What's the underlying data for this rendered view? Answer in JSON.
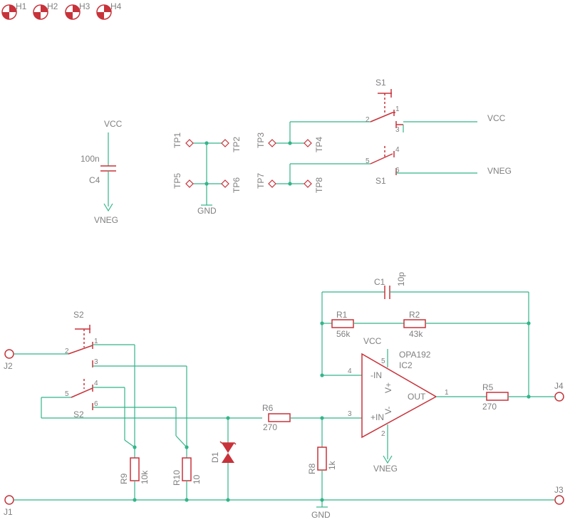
{
  "mounting_holes": [
    "H1",
    "H2",
    "H3",
    "H4"
  ],
  "power": {
    "vcc": "VCC",
    "vneg": "VNEG",
    "gnd": "GND"
  },
  "capacitors": {
    "c4": {
      "name": "C4",
      "value": "100n"
    },
    "c1": {
      "name": "C1",
      "value": "10p"
    }
  },
  "test_points": [
    "TP1",
    "TP2",
    "TP3",
    "TP4",
    "TP5",
    "TP6",
    "TP7",
    "TP8"
  ],
  "switches": {
    "s1": "S1",
    "s2": "S2"
  },
  "switch_pins": {
    "p1": "1",
    "p2": "2",
    "p3": "3",
    "p4": "4",
    "p5": "5",
    "p6": "6"
  },
  "rail_labels": {
    "vcc": "VCC",
    "vneg": "VNEG"
  },
  "resistors": {
    "r1": {
      "name": "R1",
      "value": "56k"
    },
    "r2": {
      "name": "R2",
      "value": "43k"
    },
    "r5": {
      "name": "R5",
      "value": "270"
    },
    "r6": {
      "name": "R6",
      "value": "270"
    },
    "r8": {
      "name": "R8",
      "value": "1k"
    },
    "r9": {
      "name": "R9",
      "value": "10k"
    },
    "r10": {
      "name": "R10",
      "value": "10"
    }
  },
  "diode": {
    "name": "D1"
  },
  "opamp": {
    "part": "OPA192",
    "ref": "IC2",
    "pin_inv": "-IN",
    "pin_noninv": "+IN",
    "pin_vpos": "V+",
    "pin_vneg": "V-",
    "pin_out": "OUT",
    "pin4": "4",
    "pin3": "3",
    "pin5": "5",
    "pin2": "2",
    "pin1": "1"
  },
  "connectors": {
    "j1": "J1",
    "j2": "J2",
    "j3": "J3",
    "j4": "J4"
  }
}
